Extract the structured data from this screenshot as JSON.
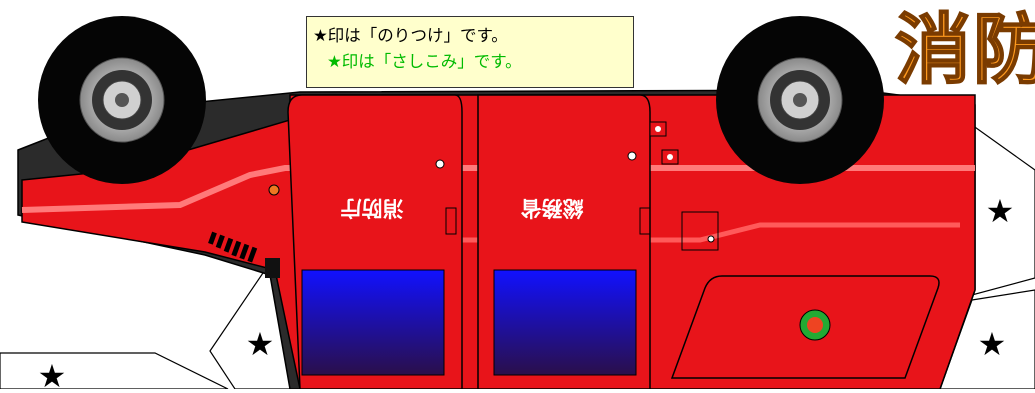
{
  "note": {
    "line1": "★印は「のりつけ」です。",
    "line2": "★印は「さしこみ」です。"
  },
  "title": "消防",
  "vehicle": {
    "panel_left": "消防庁",
    "panel_right": "総務省"
  },
  "markers": {
    "star": "★"
  },
  "colors": {
    "body": "#e8141a",
    "note_bg": "#ffffcc",
    "glue_text": "#000000",
    "insert_text": "#00bb00",
    "title": "#ff9a1e",
    "window": "#1a2bd6"
  }
}
